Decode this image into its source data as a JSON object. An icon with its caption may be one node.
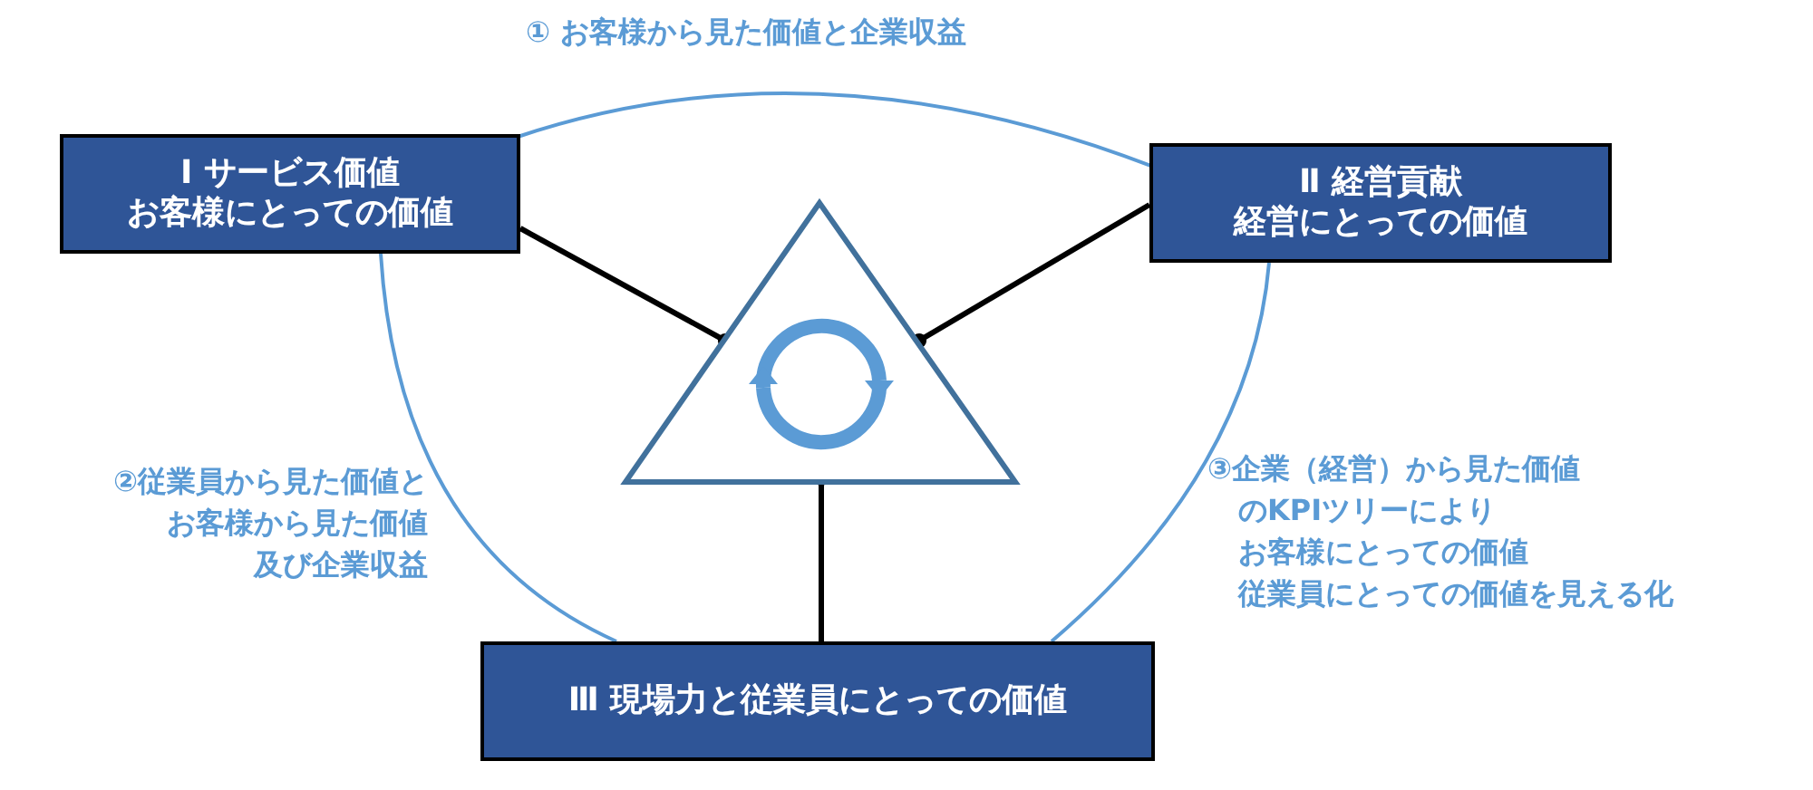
{
  "diagram": {
    "nodes": [
      {
        "text": [
          "Ⅰ サービス価値",
          "お客様にとっての価値"
        ]
      },
      {
        "text": [
          "Ⅱ 経営貢献",
          "経営にとっての価値"
        ]
      },
      {
        "text": [
          "Ⅲ 現場力と従業員にとっての価値"
        ]
      },
      {
        "text": [],
        "shape": "triangle"
      }
    ],
    "edges": [
      {
        "from": 0,
        "to": 3,
        "arrow": "other"
      },
      {
        "from": 1,
        "to": 3,
        "arrow": "other"
      },
      {
        "from": 2,
        "to": 3,
        "arrow": "other"
      },
      {
        "from": 0,
        "to": 1,
        "arrow": "none",
        "color": "#5b9bd5"
      },
      {
        "from": 0,
        "to": 2,
        "arrow": "none",
        "color": "#5b9bd5"
      },
      {
        "from": 1,
        "to": 2,
        "arrow": "none",
        "color": "#5b9bd5"
      }
    ],
    "labels": [
      "① お客様から見た価値と企業収益",
      "②従業員から見た価値と",
      "お客様から見た価値",
      "及び企業収益",
      "③企業（経営）から見た価値",
      "のKPIツリーにより",
      "お客様にとっての価値",
      "従業員にとっての価値を見える化"
    ]
  }
}
